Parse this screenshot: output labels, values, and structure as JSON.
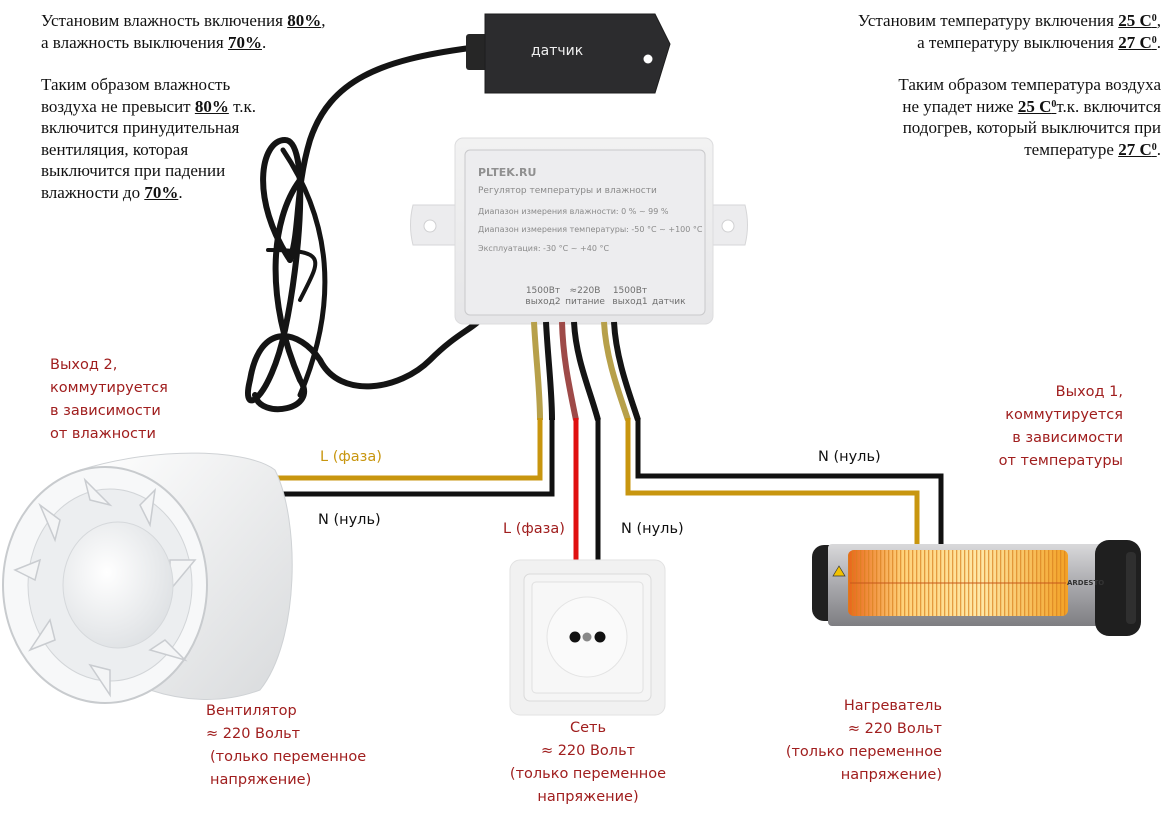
{
  "humidity_note": {
    "line1_pre": "Установим влажность включения ",
    "on_value": "80%",
    "line1_post": ",",
    "line2_pre": "а влажность выключения ",
    "off_value": "70%",
    "line2_post": ".",
    "para_a": "Таким образом влажность",
    "para_b_pre": "воздуха не превысит ",
    "para_b_value": "80%",
    "para_b_post": " т.к.",
    "para_c": "включится принудительная",
    "para_d": "вентиляция, которая",
    "para_e": "выключится при падении",
    "para_f_pre": "влажности до ",
    "para_f_value": "70%",
    "para_f_post": "."
  },
  "temperature_note": {
    "line1_pre": "Установим температуру включения ",
    "on_value": "25 С",
    "line2_pre": "а температуру выключения ",
    "off_value": "27 С",
    "degree_mark": "0",
    "comma": ",",
    "period": ".",
    "para_a": "Таким образом температура воздуха",
    "para_b_pre": "не упадет ниже ",
    "para_b_value": "25 С",
    "para_b_post": "т.к. включится",
    "para_c": "подогрев, который выключится при",
    "para_d_pre": "температуре ",
    "para_d_value": "27 С"
  },
  "sensor": {
    "label": "датчик"
  },
  "controller": {
    "brand": "PLTEK.RU",
    "title": "Регулятор температуры и влажности",
    "humidity_range": "Диапазон измерения влажности: 0 % ~ 99 %",
    "temp_range": "Диапазон измерения температуры: -50 °C ~ +100 °C",
    "operating": "Эксплуатация: -30 °C ~ +40 °C",
    "terminals": [
      {
        "top": "1500Вт",
        "bottom": "выход2"
      },
      {
        "top": "≈220В",
        "bottom": "питание"
      },
      {
        "top": "1500Вт",
        "bottom": "выход1"
      },
      {
        "top": "",
        "bottom": "датчик"
      }
    ]
  },
  "output2_note": [
    "Выход 2,",
    "коммутируется",
    "в зависимости",
    "от влажности"
  ],
  "output1_note": [
    "Выход 1,",
    "коммутируется",
    "в зависимости",
    "от температуры"
  ],
  "wire_labels": {
    "fan_phase": "L (фаза)",
    "fan_neutral": "N (нуль)",
    "mains_phase": "L (фаза)",
    "mains_neutral": "N (нуль)",
    "heater_neutral": "N (нуль)"
  },
  "fan_caption": [
    "Вентилятор",
    "≈ 220 Вольт",
    "(только переменное",
    "напряжение)"
  ],
  "mains_caption": [
    "Сеть",
    "≈ 220 Вольт",
    "(только переменное",
    "напряжение)"
  ],
  "heater_caption": [
    "Нагреватель",
    "≈ 220 Вольт",
    "(только переменное",
    "напряжение)"
  ],
  "heater_brand": "ARDESTO",
  "colors": {
    "phase_wire": "#c8960f",
    "neutral_wire": "#111111",
    "mains_phase_wire": "#e01010",
    "caption_red": "#a01e1e"
  }
}
